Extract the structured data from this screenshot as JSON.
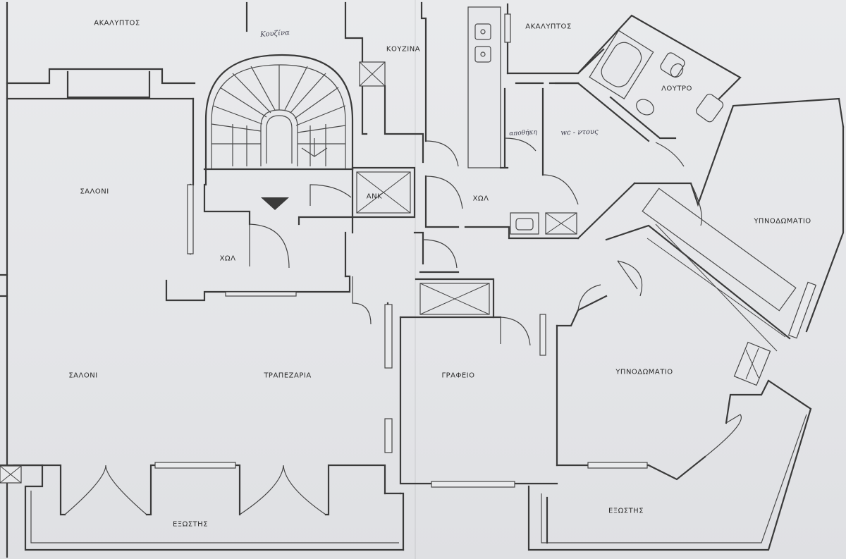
{
  "plan": {
    "rooms": {
      "akalyptos_left": "ΑΚΑΛΥΠΤΟΣ",
      "akalyptos_right": "ΑΚΑΛΥΠΤΟΣ",
      "kouzina": "ΚΟΥΖΙΝΑ",
      "loutro": "ΛΟΥΤΡΟ",
      "saloni_top": "ΣΑΛΟΝΙ",
      "saloni_bottom": "ΣΑΛΟΝΙ",
      "trapezaria": "ΤΡΑΠΕΖΑΡΙΑ",
      "xol_left": "ΧΩΛ",
      "xol_right": "ΧΩΛ",
      "ank": "ΑΝΚ",
      "grafeio": "ΓΡΑΦΕΙΟ",
      "ypnodomatio_top": "ΥΠΝΟΔΩΜΑΤΙΟ",
      "ypnodomatio_bottom": "ΥΠΝΟΔΩΜΑΤΙΟ",
      "exostis_left": "ΕΞΩΣΤΗΣ",
      "exostis_right": "ΕΞΩΣΤΗΣ"
    },
    "handwritten": {
      "kouzina_note": "Κουζίνα",
      "apothiki_note": "αποθήκη",
      "wc_note": "wc - ντους"
    },
    "colors": {
      "line": "#3a3a3a",
      "paper": "#e6e7ea",
      "handwriting": "#3b3b4a"
    }
  }
}
